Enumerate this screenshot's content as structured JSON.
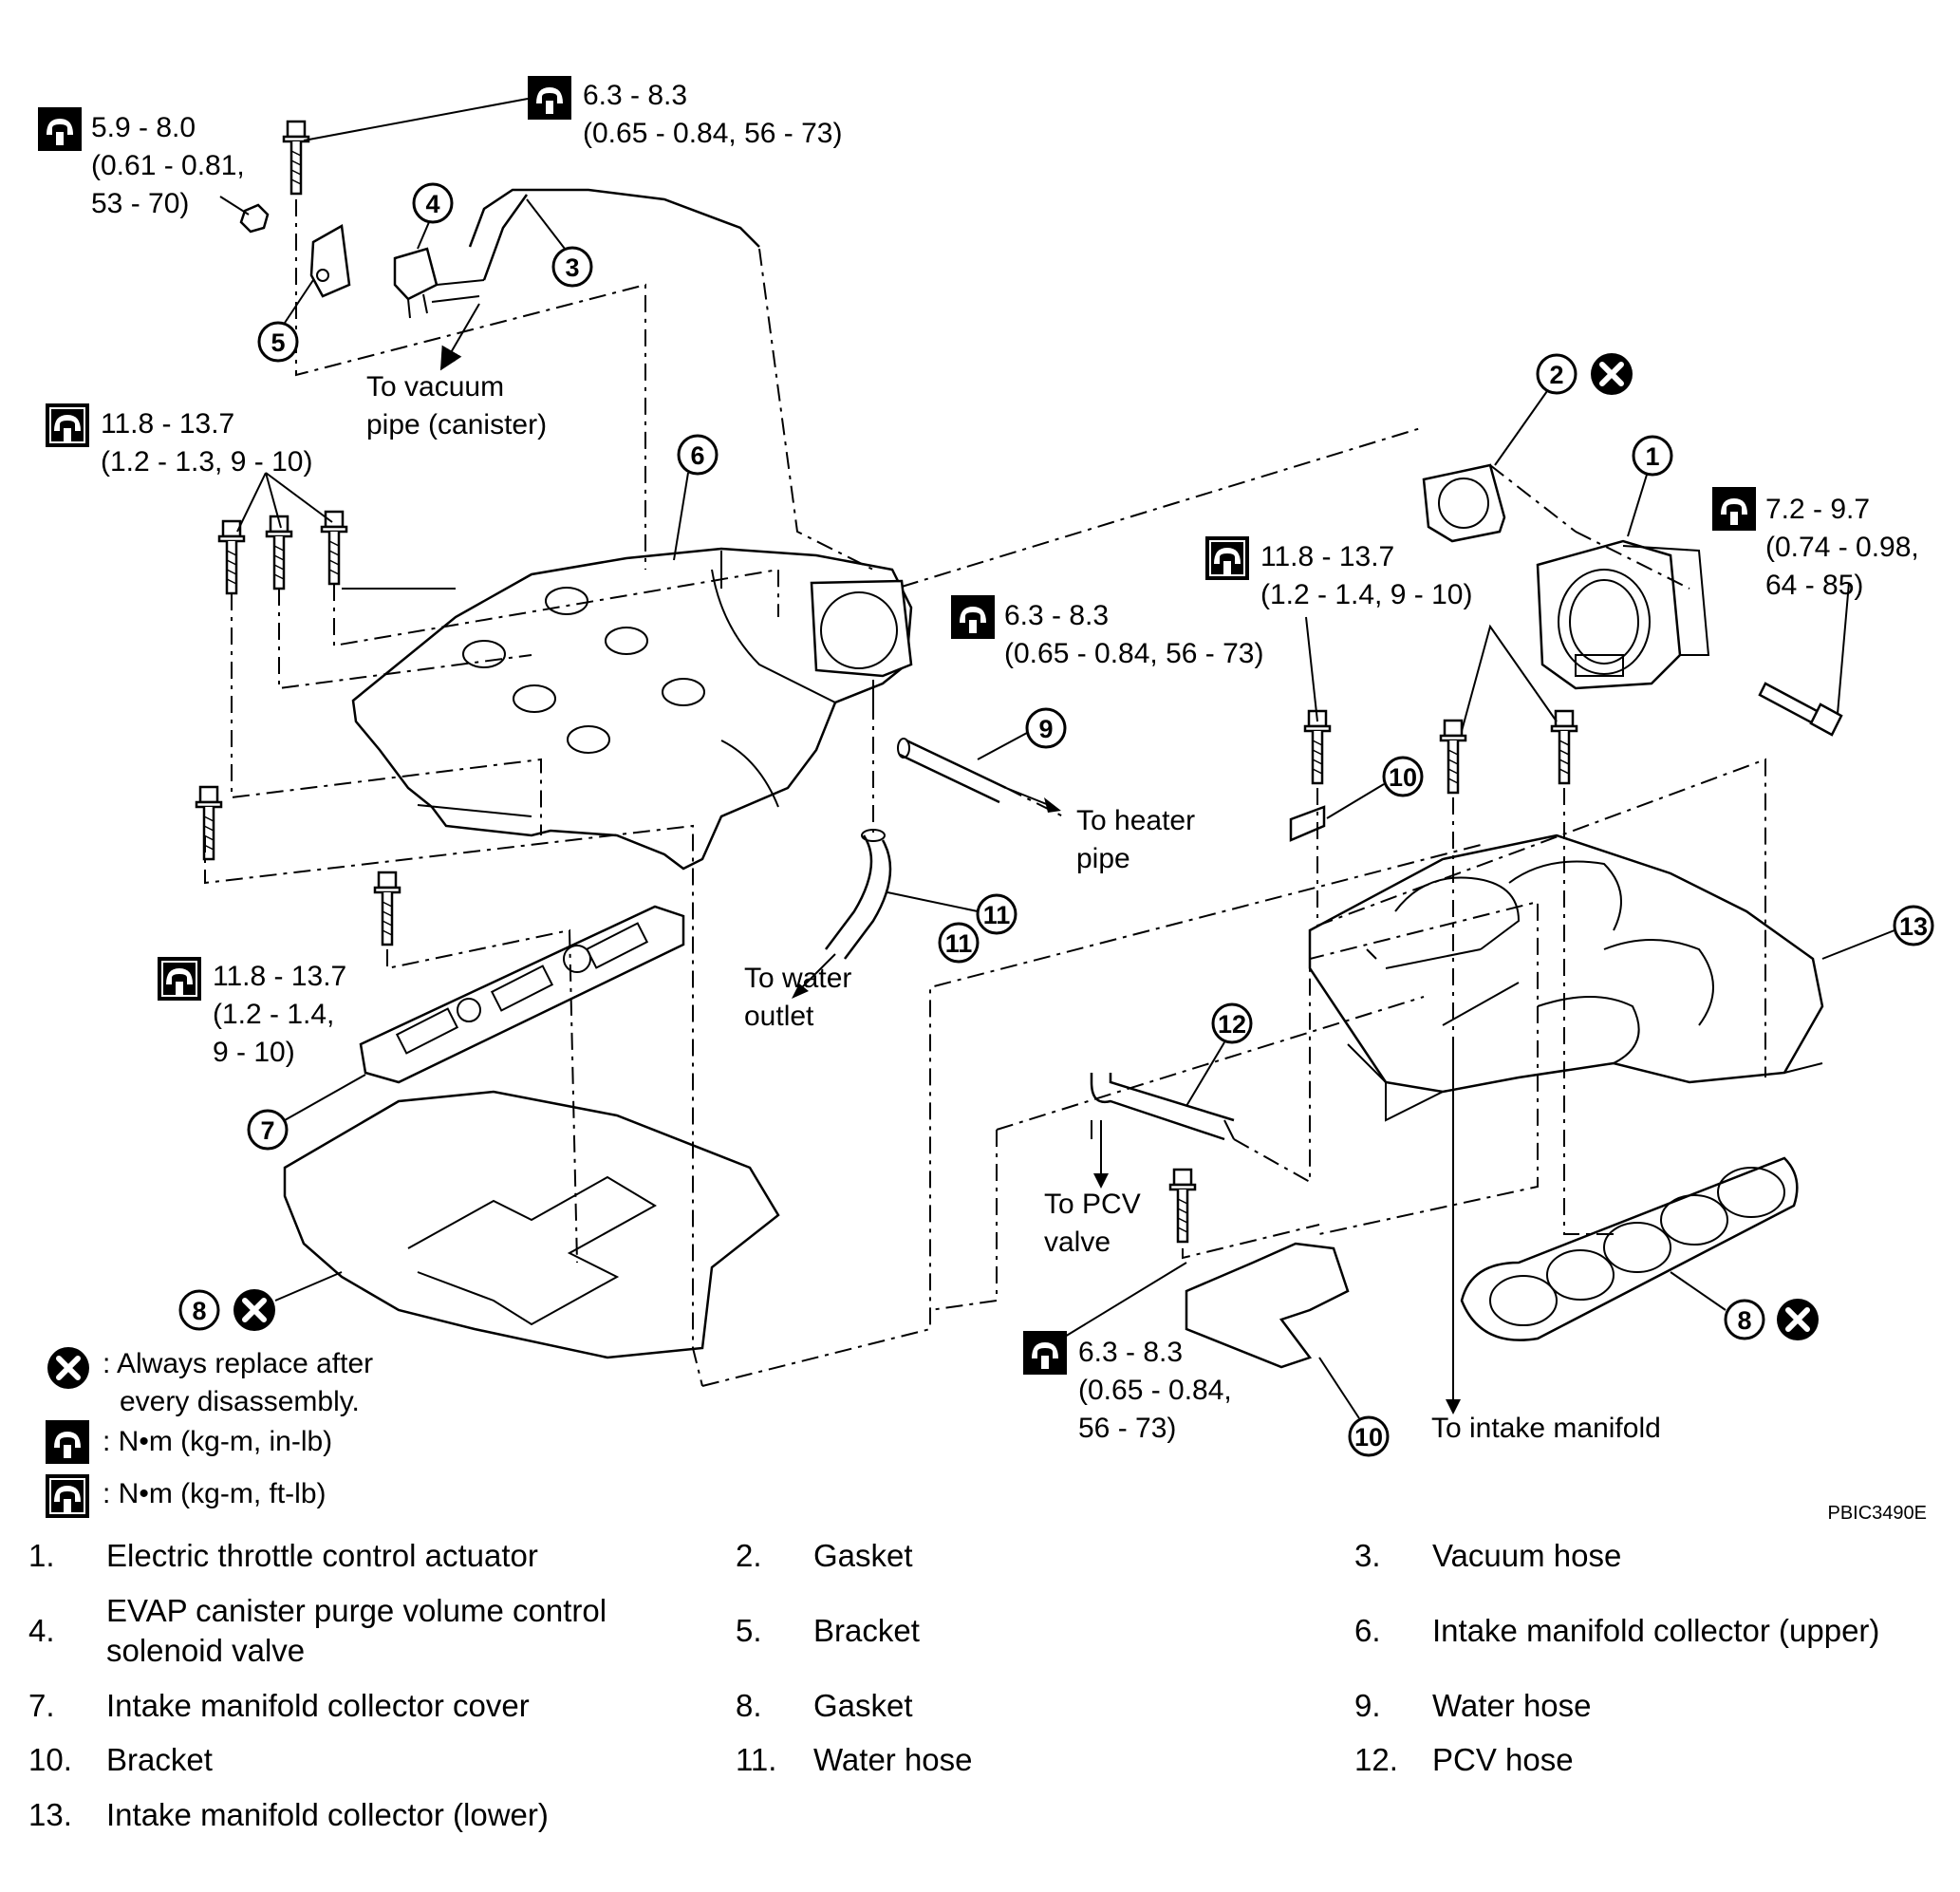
{
  "diagram_code": "PBIC3490E",
  "torque_specs": [
    {
      "id": "t1",
      "line1": "5.9 - 8.0",
      "line2": "(0.61 - 0.81,",
      "line3": "53 - 70)",
      "icon": "torque-in-lb-icon"
    },
    {
      "id": "t2",
      "line1": "6.3 - 8.3",
      "line2": "(0.65 - 0.84, 56 - 73)",
      "icon": "torque-in-lb-icon"
    },
    {
      "id": "t3",
      "line1": "11.8 - 13.7",
      "line2": "(1.2 - 1.3, 9 - 10)",
      "icon": "torque-ft-lb-icon"
    },
    {
      "id": "t4",
      "line1": "11.8 - 13.7",
      "line2": "(1.2 - 1.4,",
      "line3": "9 - 10)",
      "icon": "torque-ft-lb-icon"
    },
    {
      "id": "t5",
      "line1": "6.3 - 8.3",
      "line2": "(0.65 - 0.84, 56 - 73)",
      "icon": "torque-in-lb-icon"
    },
    {
      "id": "t6",
      "line1": "11.8 - 13.7",
      "line2": "(1.2 - 1.4, 9 - 10)",
      "icon": "torque-ft-lb-icon"
    },
    {
      "id": "t7",
      "line1": "7.2 - 9.7",
      "line2": "(0.74 - 0.98,",
      "line3": "64 - 85)",
      "icon": "torque-in-lb-icon"
    },
    {
      "id": "t8",
      "line1": "6.3 - 8.3",
      "line2": "(0.65 - 0.84,",
      "line3": "56 - 73)",
      "icon": "torque-in-lb-icon"
    }
  ],
  "annotations": {
    "vacuum_pipe_1": "To vacuum",
    "vacuum_pipe_2": "pipe (canister)",
    "heater_pipe_1": "To heater",
    "heater_pipe_2": "pipe",
    "water_outlet_1": "To water",
    "water_outlet_2": "outlet",
    "pcv_valve_1": "To PCV",
    "pcv_valve_2": "valve",
    "intake_manifold": "To intake manifold"
  },
  "callouts": {
    "c1": "1",
    "c2": "2",
    "c3": "3",
    "c4": "4",
    "c5": "5",
    "c6": "6",
    "c7": "7",
    "c8a": "8",
    "c8b": "8",
    "c9": "9",
    "c10a": "10",
    "c10b": "10",
    "c11a": "11",
    "c11b": "11",
    "c12": "12",
    "c13": "13"
  },
  "symbol_key": {
    "replace_1": ": Always replace after",
    "replace_2": "every disassembly.",
    "in_lb": ": N•m (kg-m, in-lb)",
    "ft_lb": ": N•m (kg-m, ft-lb)"
  },
  "legend": [
    {
      "num": "1.",
      "text": "Electric throttle control actuator"
    },
    {
      "num": "2.",
      "text": "Gasket"
    },
    {
      "num": "3.",
      "text": "Vacuum hose"
    },
    {
      "num": "4.",
      "text": "EVAP canister purge volume control solenoid valve"
    },
    {
      "num": "5.",
      "text": "Bracket"
    },
    {
      "num": "6.",
      "text": "Intake manifold collector (upper)"
    },
    {
      "num": "7.",
      "text": "Intake manifold collector cover"
    },
    {
      "num": "8.",
      "text": "Gasket"
    },
    {
      "num": "9.",
      "text": "Water hose"
    },
    {
      "num": "10.",
      "text": "Bracket"
    },
    {
      "num": "11.",
      "text": "Water hose"
    },
    {
      "num": "12.",
      "text": "PCV hose"
    },
    {
      "num": "13.",
      "text": "Intake manifold collector (lower)"
    }
  ]
}
